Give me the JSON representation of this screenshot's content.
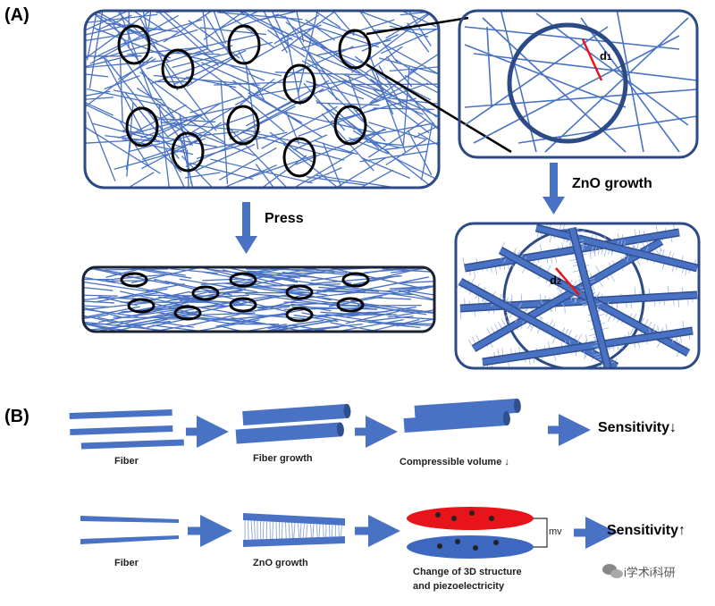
{
  "panel_a": {
    "label": "(A)",
    "press_label": "Press",
    "zno_growth_label": "ZnO growth",
    "d1_main": "d",
    "d1_sub": "1",
    "d2_main": "d",
    "d2_sub": "2"
  },
  "panel_b": {
    "label": "(B)",
    "row1": {
      "fiber": "Fiber",
      "fiber_growth": "Fiber growth",
      "compressible_volume": "Compressible volume ↓",
      "sensitivity": "Sensitivity↓"
    },
    "row2": {
      "fiber": "Fiber",
      "zno_growth": "ZnO growth",
      "change_line1": "Change of 3D structure",
      "change_line2": "and piezoelectricity",
      "mv": "mv",
      "sensitivity": "Sensitivity↑"
    }
  },
  "watermark": {
    "text": "i学术i科研",
    "icon": "wechat-icon"
  },
  "colors": {
    "fiber": "#4a72c4",
    "fiber_dark": "#2f4f8f",
    "panel_border": "#2c4a86",
    "ring": "#000000",
    "arrow": "#4a72c4",
    "accent_red": "#e8141b",
    "ellipse_blue": "#3e68c0"
  }
}
